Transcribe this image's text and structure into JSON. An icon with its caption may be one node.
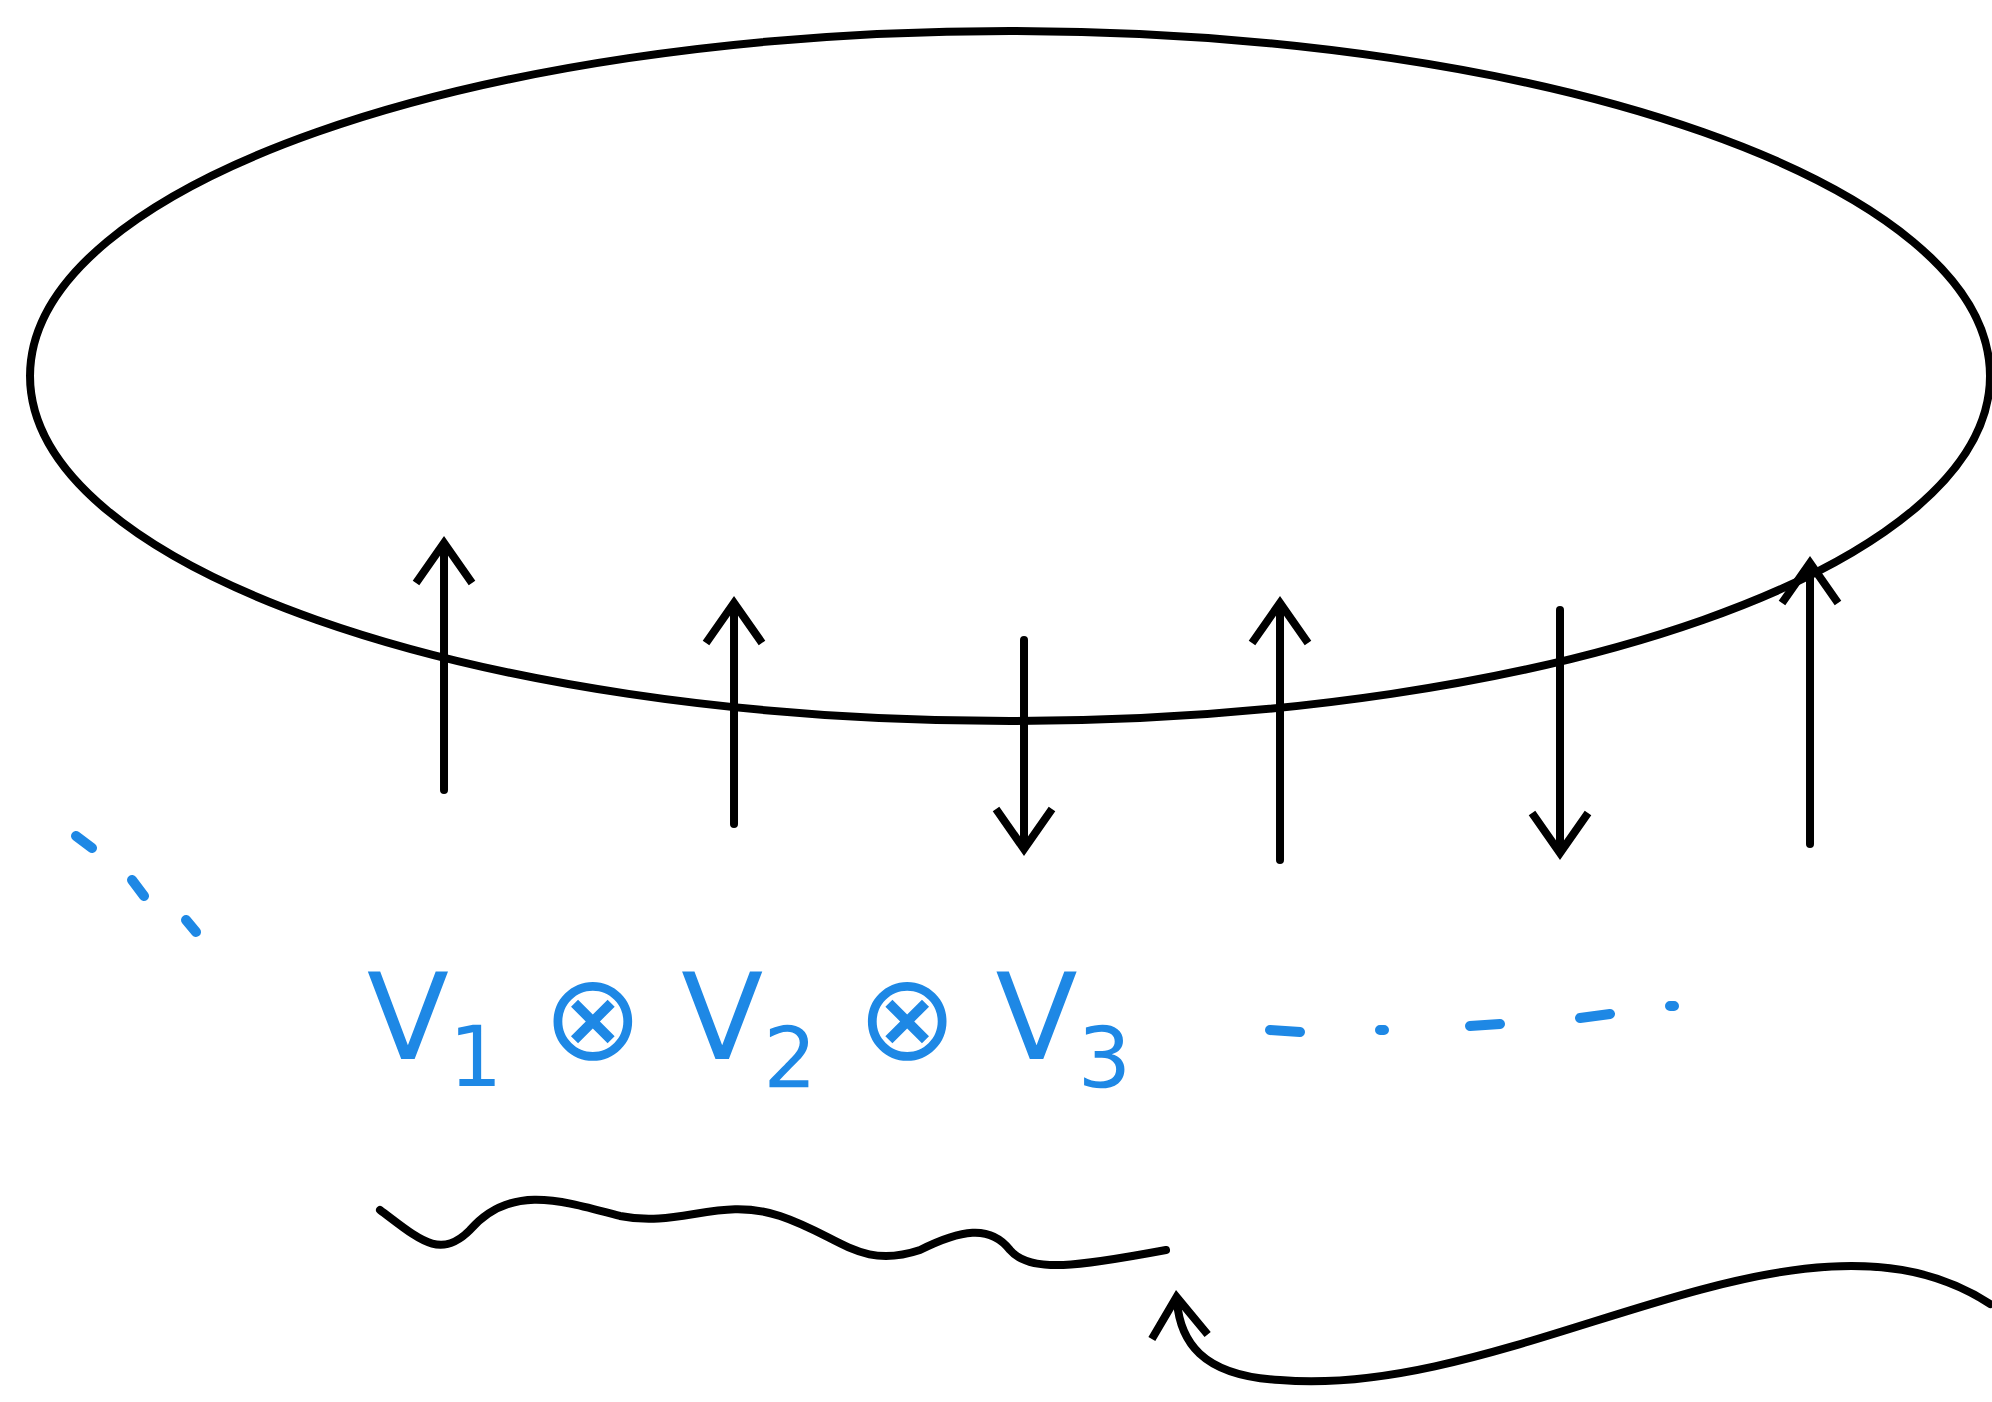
{
  "diagram": {
    "nodes": [
      {
        "text": [],
        "shape": "circle"
      },
      {
        "text": [],
        "shape": "line"
      }
    ],
    "edges": [
      {
        "from": null,
        "to": 0,
        "arrow": "to"
      },
      {
        "from": null,
        "to": 0,
        "arrow": "to"
      },
      {
        "from": 0,
        "to": null,
        "arrow": "to"
      },
      {
        "from": null,
        "to": 0,
        "arrow": "to"
      },
      {
        "from": 0,
        "to": null,
        "arrow": "to"
      },
      {
        "from": null,
        "to": 0,
        "arrow": "to"
      },
      {
        "from": null,
        "to": 1,
        "arrow": "to"
      }
    ],
    "labels": [
      "V$_{1}$ ⊗ V$_{2}$ ⊗ V$_{3}$"
    ]
  }
}
